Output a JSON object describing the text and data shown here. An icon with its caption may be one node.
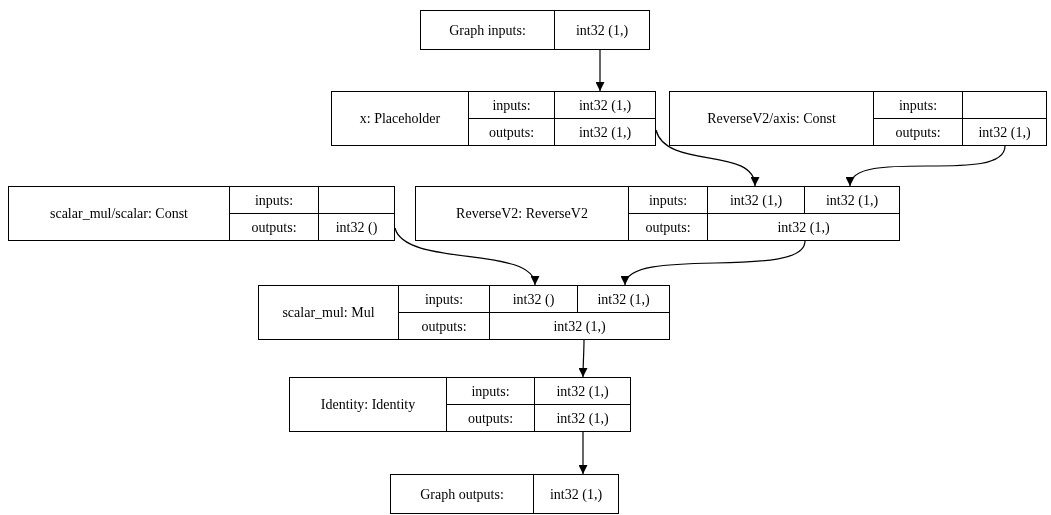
{
  "diagram": {
    "nodes": [
      {
        "text": [
          "Graph inputs:",
          "int32 (1,)"
        ]
      },
      {
        "text": [
          "x: Placeholder",
          "inputs:",
          "int32 (1,)",
          "outputs:",
          "int32 (1,)"
        ]
      },
      {
        "text": [
          "ReverseV2/axis: Const",
          "inputs:",
          "outputs:",
          "int32 (1,)"
        ]
      },
      {
        "text": [
          "scalar_mul/scalar: Const",
          "inputs:",
          "outputs:",
          "int32 ()"
        ]
      },
      {
        "text": [
          "ReverseV2: ReverseV2",
          "inputs:",
          "int32 (1,)",
          "int32 (1,)",
          "outputs:",
          "int32 (1,)"
        ]
      },
      {
        "text": [
          "scalar_mul: Mul",
          "inputs:",
          "int32 ()",
          "int32 (1,)",
          "outputs:",
          "int32 (1,)"
        ]
      },
      {
        "text": [
          "Identity: Identity",
          "inputs:",
          "int32 (1,)",
          "outputs:",
          "int32 (1,)"
        ]
      },
      {
        "text": [
          "Graph outputs:",
          "int32 (1,)"
        ]
      }
    ],
    "edges": [
      {
        "from": 0,
        "to": 1,
        "arrow": "to"
      },
      {
        "from": 1,
        "to": 4,
        "arrow": "to"
      },
      {
        "from": 2,
        "to": 4,
        "arrow": "to"
      },
      {
        "from": 3,
        "to": 5,
        "arrow": "to"
      },
      {
        "from": 4,
        "to": 5,
        "arrow": "to"
      },
      {
        "from": 5,
        "to": 6,
        "arrow": "to"
      },
      {
        "from": 6,
        "to": 7,
        "arrow": "to"
      }
    ]
  }
}
